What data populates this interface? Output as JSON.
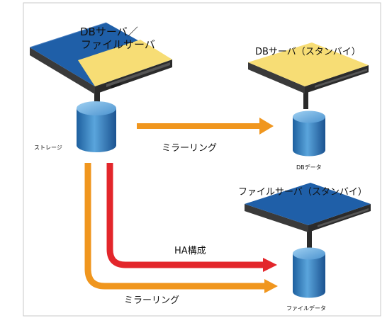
{
  "diagram": {
    "primary_server": {
      "label_line1": "DBサーバ／",
      "label_line2": "ファイルサーバ"
    },
    "storage_label": "ストレージ",
    "db_standby_label": "DBサーバ（スタンバイ）",
    "db_data_label": "DBデータ",
    "file_standby_label": "ファイルサーバ（スタンバイ）",
    "file_data_label": "ファイルデータ",
    "mirroring_label_top": "ミラーリング",
    "ha_label": "HA構成",
    "mirroring_label_bottom": "ミラーリング",
    "colors": {
      "orange_arrow": "#f0961e",
      "red_arrow": "#e3262b",
      "server_blue": "#1f5fa8",
      "server_yellow": "#f7dd75",
      "db_blue": "#3d86c4"
    }
  }
}
